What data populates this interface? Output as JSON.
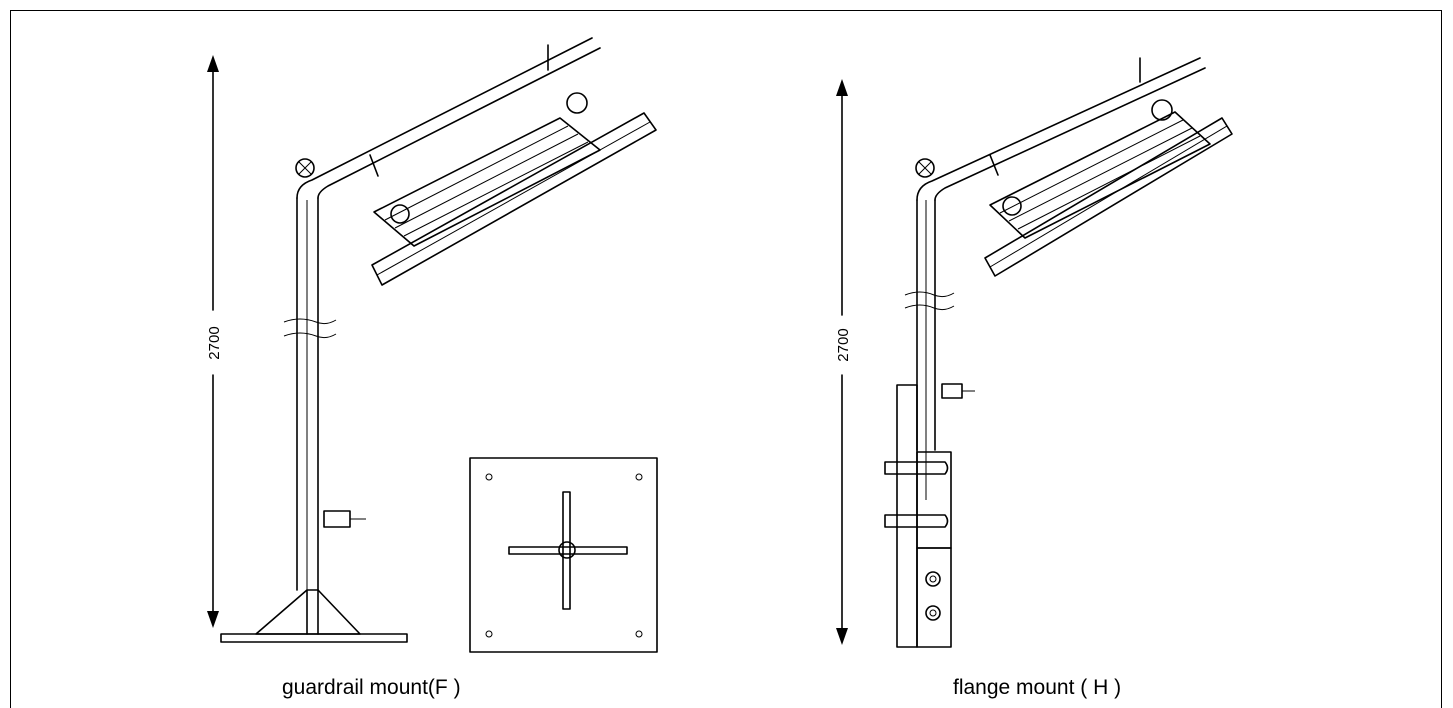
{
  "diagram": {
    "left": {
      "caption": "guardrail mount(F )",
      "dimension": "2700"
    },
    "right": {
      "caption": "flange mount ( H )",
      "dimension": "2700"
    }
  }
}
